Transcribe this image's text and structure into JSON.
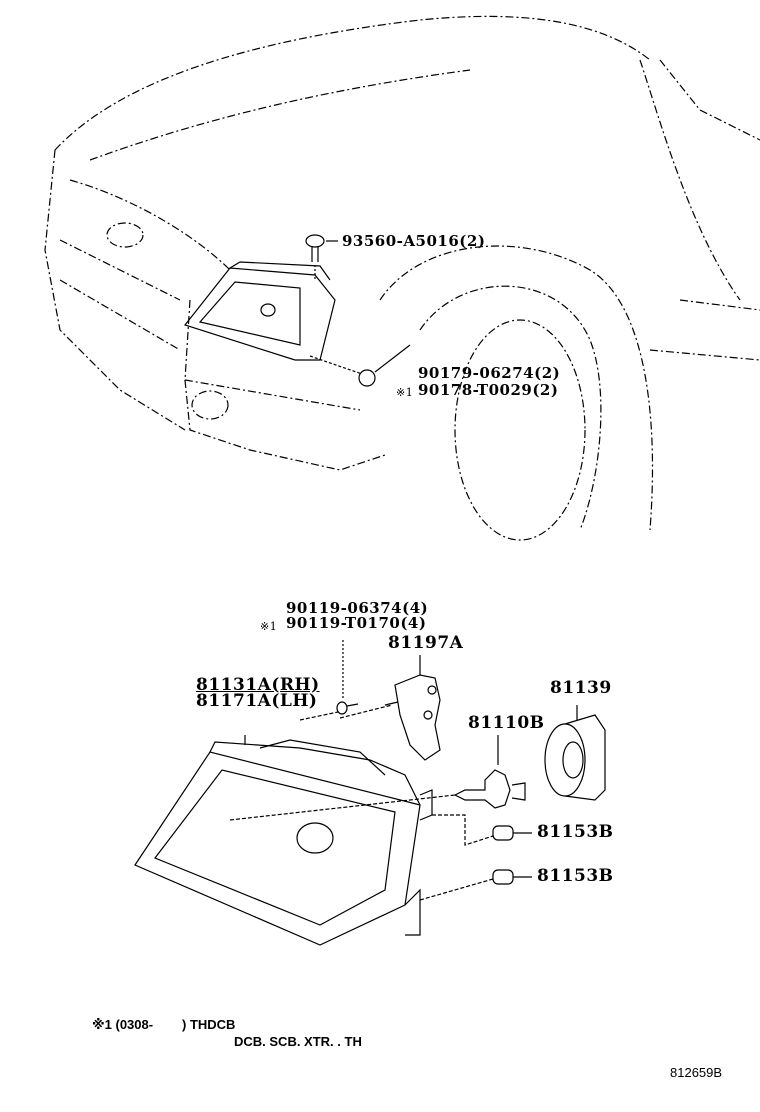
{
  "diagram": {
    "top_callouts": [
      {
        "part": "93560-A5016(2)"
      },
      {
        "part": "90179-06274(2)"
      },
      {
        "mark": "※1",
        "part": "90178-T0029(2)"
      }
    ],
    "bottom_callouts": {
      "screw_1": "90119-06374(4)",
      "screw_2_mark": "※1",
      "screw_2": "90119-T0170(4)",
      "bracket": "81197A",
      "headlamp_rh": "81131A(RH)",
      "headlamp_lh": "81171A(LH)",
      "cover": "81139",
      "bulb": "81110B",
      "socket_1": "81153B",
      "socket_2": "81153B"
    },
    "footnote": {
      "mark": "※1",
      "range": "(0308-        )",
      "line1": "THDCB",
      "line2": "DCB. SCB. XTR. . TH"
    },
    "figure_id": "812659B"
  }
}
